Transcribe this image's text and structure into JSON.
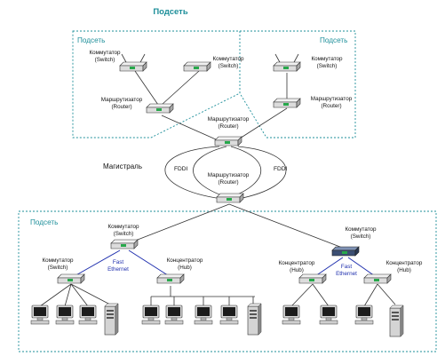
{
  "title": "Подсеть",
  "colors": {
    "teal": "#1e8f9a",
    "title": "#1e8f9a",
    "blue": "#1f2fae",
    "line": "#333333",
    "device_light": "#e2e2e2",
    "device_dark": "#3c4f73",
    "led": "#27a84b",
    "screen": "#1c1c1c"
  },
  "subnets": {
    "top_left_label": "Подсеть",
    "top_right_label": "Подсеть",
    "bottom_label": "Подсеть"
  },
  "backbone": {
    "label": "Магистраль",
    "fddi_left": "FDDI",
    "fddi_right": "FDDI"
  },
  "devices": {
    "tl_switch_a": {
      "name": "Коммутатор",
      "type": "(Switch)"
    },
    "tl_switch_b": {
      "name": "Коммутатор",
      "type": "(Switch)"
    },
    "tl_router": {
      "name": "Маршрутизатор",
      "type": "(Router)"
    },
    "tr_switch": {
      "name": "Коммутатор",
      "type": "(Switch)"
    },
    "tr_router": {
      "name": "Маршрутизатор",
      "type": "(Router)"
    },
    "backbone_router_top": {
      "name": "Маршрутизатор",
      "type": "(Router)"
    },
    "backbone_router_bottom": {
      "name": "Маршрутизатор",
      "type": "(Router)"
    },
    "b_switch_main": {
      "name": "Коммутатор",
      "type": "(Switch)"
    },
    "b_switch_left": {
      "name": "Коммутатор",
      "type": "(Switch)"
    },
    "b_hub_left": {
      "name": "Концентратор",
      "type": "(Hub)"
    },
    "b_switch_right": {
      "name": "Коммутатор",
      "type": "(Switch)"
    },
    "b_hub_right_a": {
      "name": "Концентратор",
      "type": "(Hub)"
    },
    "b_hub_right_b": {
      "name": "Концентратор",
      "type": "(Hub)"
    }
  },
  "links": {
    "fast_ethernet_left": {
      "line1": "Fast",
      "line2": "Ethernet"
    },
    "fast_ethernet_right": {
      "line1": "Fast",
      "line2": "Ethernet"
    }
  }
}
